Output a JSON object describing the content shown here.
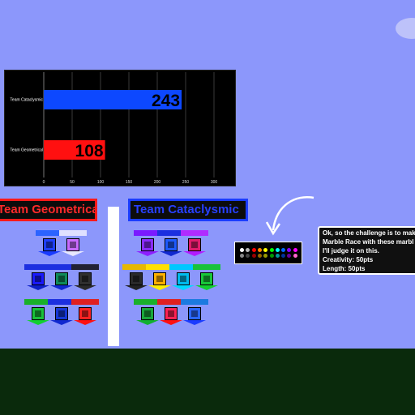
{
  "chart_data": {
    "type": "bar",
    "categories": [
      "Team Cataclysmic",
      "Team Geometrical"
    ],
    "values": [
      243,
      108
    ],
    "colors": [
      "#0d48ff",
      "#ff1010"
    ],
    "xlim": [
      0,
      300
    ],
    "xticks": [
      0,
      50,
      100,
      150,
      200,
      250,
      300
    ],
    "orientation": "horizontal",
    "grid": true
  },
  "teams": {
    "geometrical": {
      "label": "Team Geometrical",
      "color": "#ff1a1a"
    },
    "cataclysmic": {
      "label": "Team Cataclysmic",
      "color": "#1b3dff"
    }
  },
  "palette_colors": [
    "#ffffff",
    "#bbbbbb",
    "#ff0000",
    "#ff8800",
    "#ffff00",
    "#00ff00",
    "#00ffff",
    "#0066ff",
    "#8800ff",
    "#ff00ff",
    "#888888",
    "#444444",
    "#990000",
    "#996600",
    "#999900",
    "#009900",
    "#009999",
    "#003399",
    "#660099",
    "#ff66cc"
  ],
  "message": {
    "lines": [
      "Ok, so the challenge is to make",
      "Marble Race with these marbl",
      "I'll judge it on this.",
      "Creativity: 50pts",
      "Length: 50pts"
    ]
  }
}
